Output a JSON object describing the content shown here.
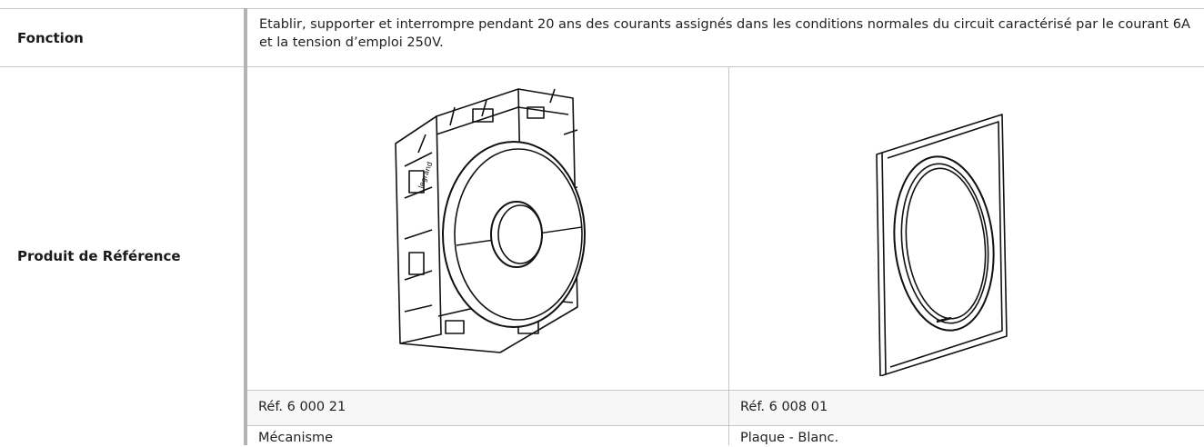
{
  "table": {
    "row_fonction": {
      "label": "Fonction",
      "text": "Etablir, supporter et interrompre pendant 20 ans des courants assignés dans les conditions normales du circuit caractérisé par le courant 6A et la tension d’emploi 250V."
    },
    "row_produit": {
      "label": "Produit de Référence",
      "products": [
        {
          "ref": "Réf. 6 000 21",
          "description": "Mécanisme",
          "image_icon": "switch-mechanism-icon"
        },
        {
          "ref": "Réf. 6 008 01",
          "description": "Plaque - Blanc.",
          "image_icon": "cover-plate-icon"
        }
      ]
    }
  },
  "colors": {
    "border": "#c7c7c7",
    "left_rule": "#9a9a9a",
    "text": "#222222"
  }
}
